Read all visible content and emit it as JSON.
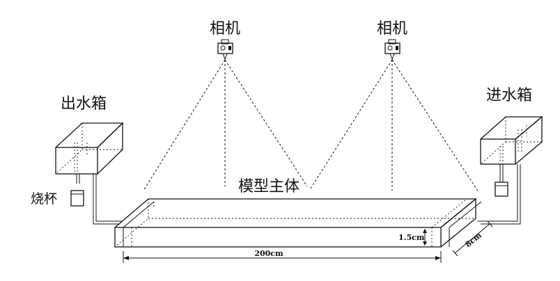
{
  "labels": {
    "camera_left": "相机",
    "camera_right": "相机",
    "outlet_tank": "出水箱",
    "inlet_tank": "进水箱",
    "beaker": "烧杯",
    "model_body": "模型主体",
    "height_dim": "1.5cm",
    "length_dim": "200cm",
    "width_dim": "8cm"
  }
}
